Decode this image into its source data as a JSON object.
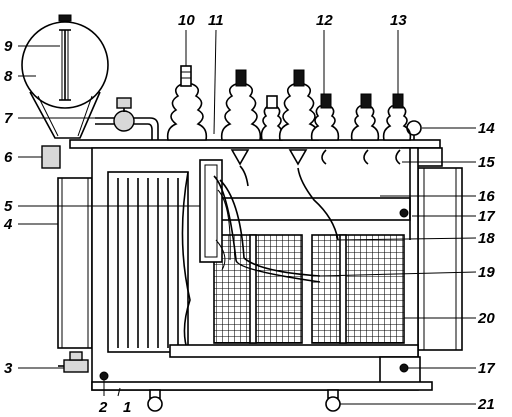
{
  "diagram": {
    "labels": [
      "1",
      "2",
      "3",
      "4",
      "5",
      "6",
      "7",
      "8",
      "9",
      "10",
      "11",
      "12",
      "13",
      "14",
      "15",
      "16",
      "17",
      "17",
      "18",
      "19",
      "20",
      "21"
    ]
  }
}
